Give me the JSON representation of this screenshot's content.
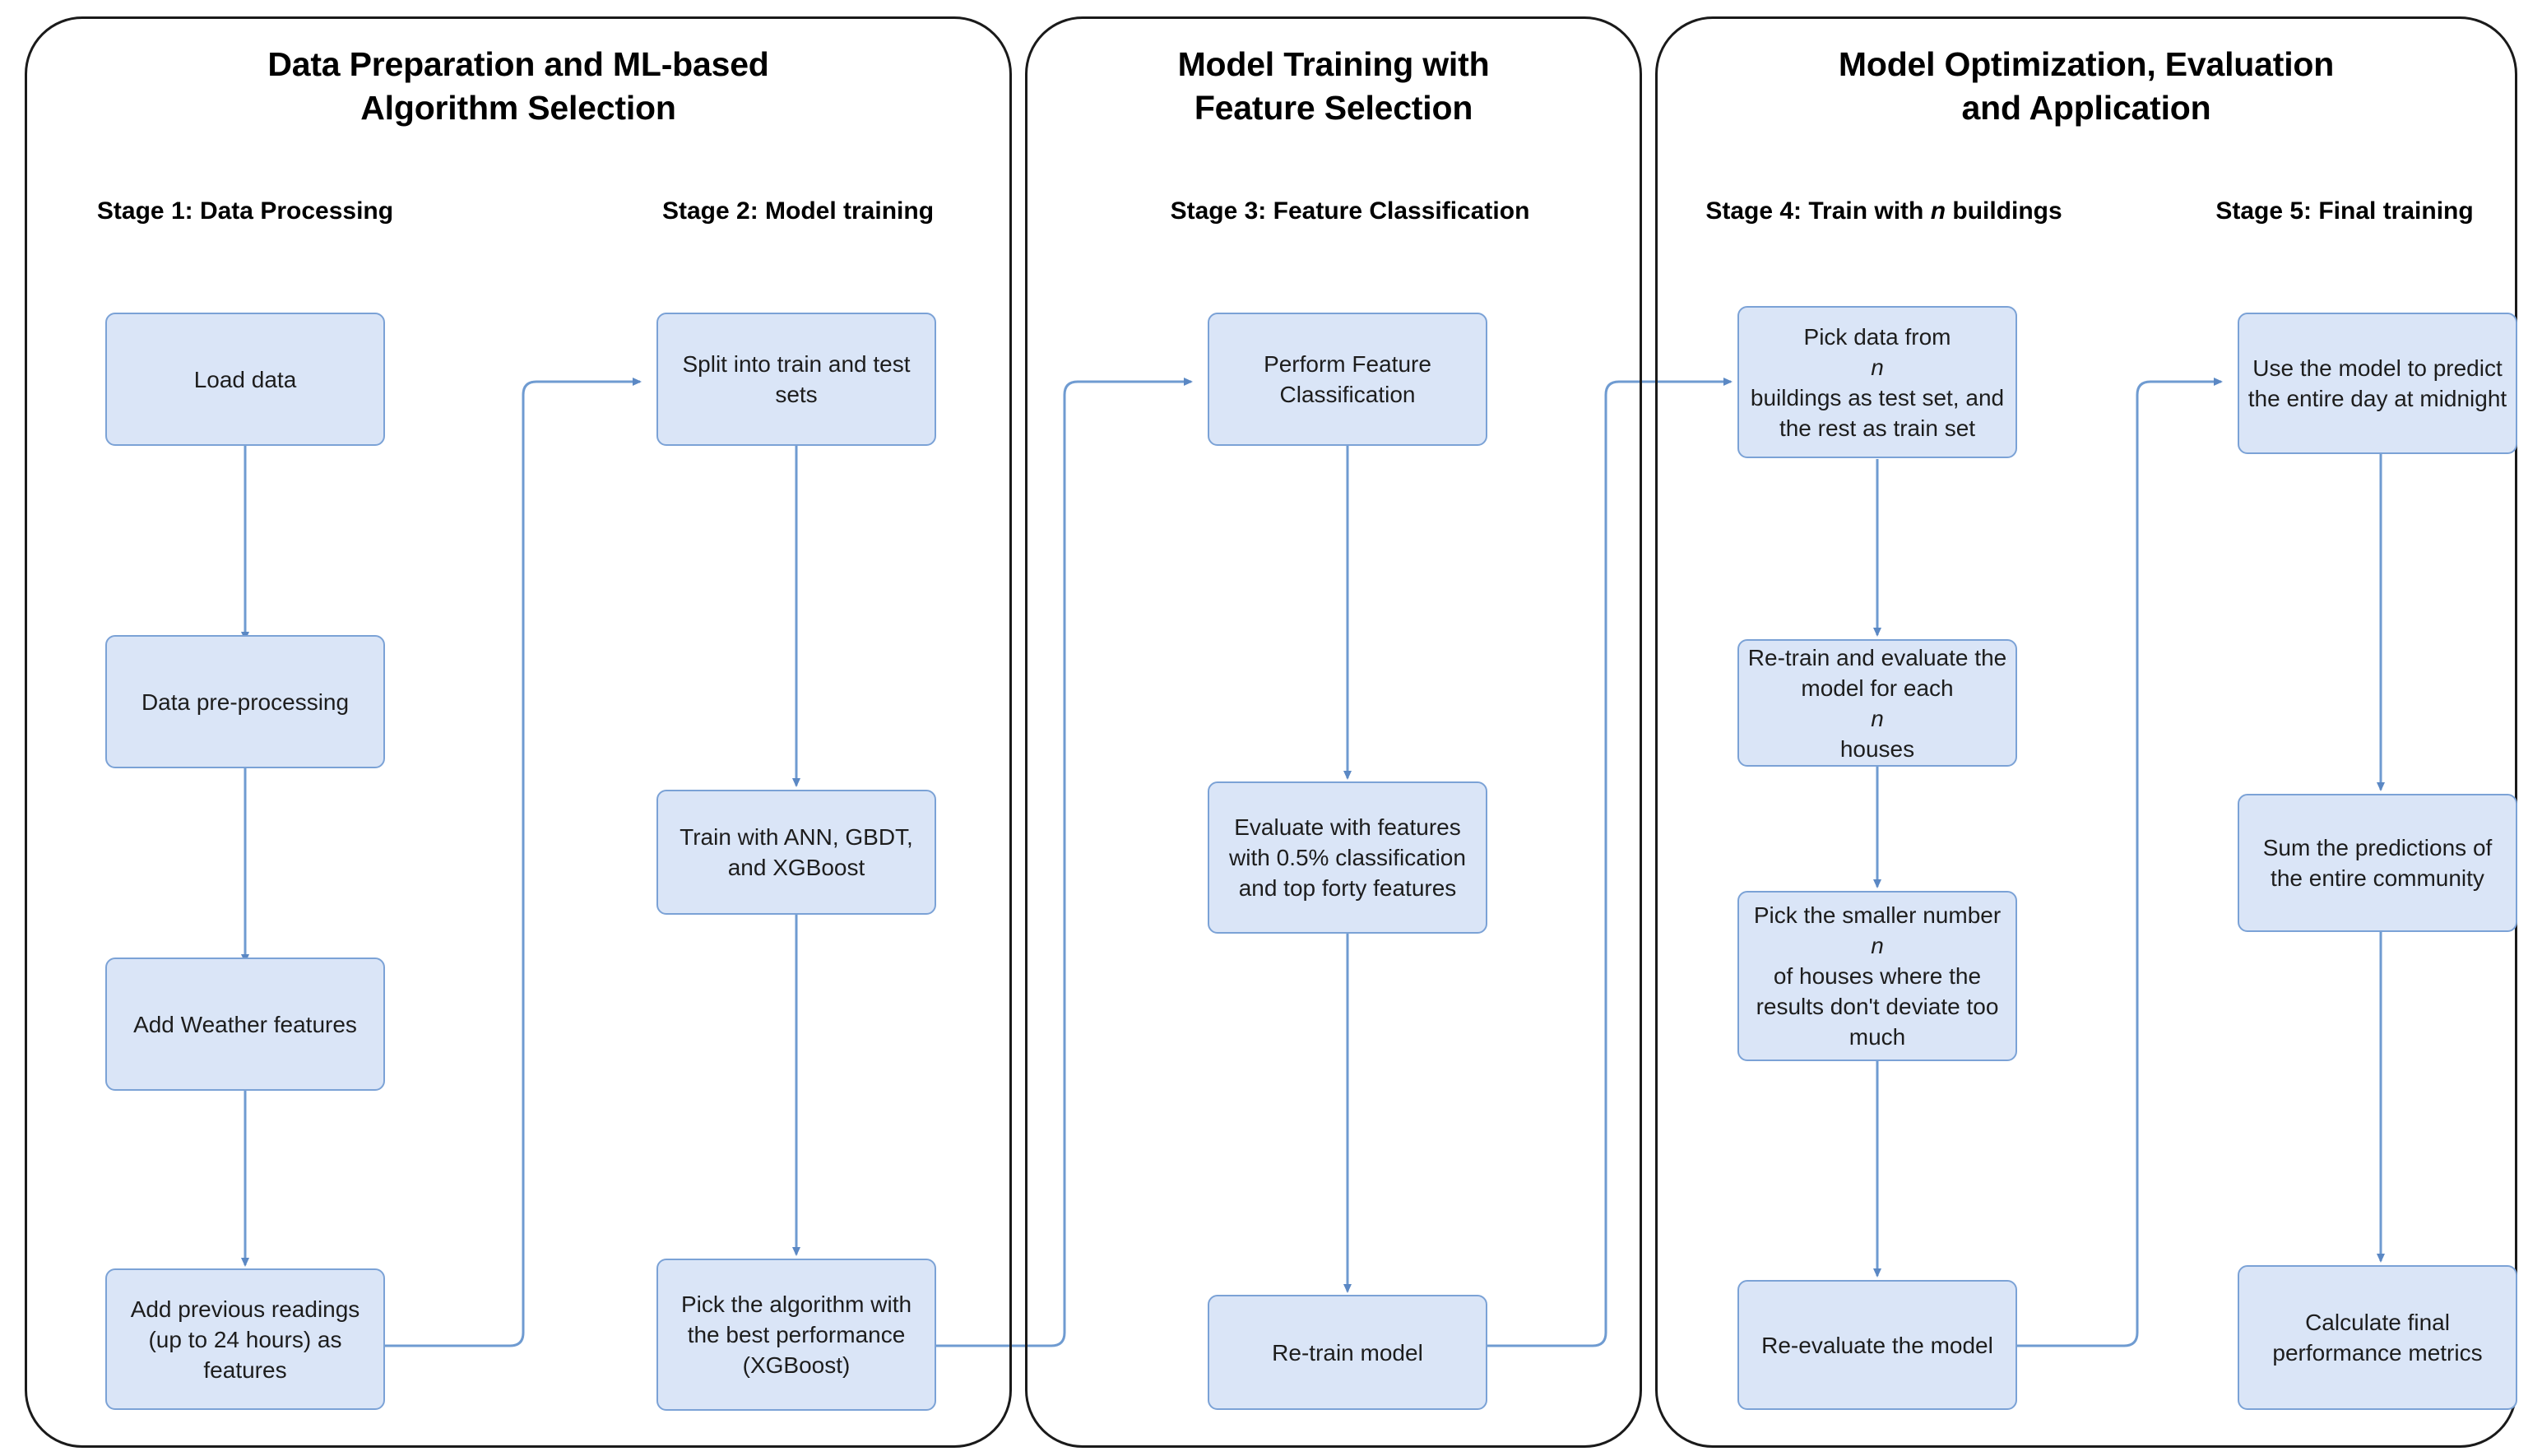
{
  "diagram": {
    "title_flow": "Machine learning workflow: data preparation, model training, optimization and application",
    "accent_box_fill": "#dae5f7",
    "accent_box_border": "#7ba2d6",
    "connector_color": "#6f9bd1",
    "container_border": "#1a1a1a"
  },
  "groups": [
    {
      "id": "g1",
      "title_line1": "Data Preparation and ML-based",
      "title_line2": "Algorithm Selection"
    },
    {
      "id": "g2",
      "title_line1": "Model Training with",
      "title_line2": "Feature Selection"
    },
    {
      "id": "g3",
      "title_line1": "Model Optimization, Evaluation",
      "title_line2": "and Application"
    }
  ],
  "stages": [
    {
      "id": "s1",
      "label_pre": "Stage 1: Data Processing",
      "label_italic": "",
      "label_post": ""
    },
    {
      "id": "s2",
      "label_pre": "Stage 2: Model training",
      "label_italic": "",
      "label_post": ""
    },
    {
      "id": "s3",
      "label_pre": "Stage 3: Feature Classification",
      "label_italic": "",
      "label_post": ""
    },
    {
      "id": "s4",
      "label_pre": "Stage 4: Train with ",
      "label_italic": "n",
      "label_post": " buildings"
    },
    {
      "id": "s5",
      "label_pre": "Stage 5: Final training",
      "label_italic": "",
      "label_post": ""
    }
  ],
  "nodes": {
    "n1_1": {
      "text": "Load data"
    },
    "n1_2": {
      "text": "Data pre-processing"
    },
    "n1_3": {
      "text": "Add Weather features"
    },
    "n1_4": {
      "text": "Add previous readings (up to 24 hours) as features"
    },
    "n2_1": {
      "text": "Split into train and test sets"
    },
    "n2_2": {
      "text": "Train with ANN, GBDT, and XGBoost"
    },
    "n2_3": {
      "text": "Pick the algorithm with the best performance (XGBoost)"
    },
    "n3_1": {
      "text": "Perform Feature Classification"
    },
    "n3_2": {
      "text": "Evaluate with features with 0.5% classification and top forty features"
    },
    "n3_3": {
      "text": "Re-train model"
    },
    "n4_1": {
      "pre": "Pick data from ",
      "italic": "n",
      "post": " buildings as test set, and the rest as train set"
    },
    "n4_2": {
      "pre": "Re-train and evaluate the model for each ",
      "italic": "n",
      "post": " houses"
    },
    "n4_3": {
      "pre": "Pick the smaller number ",
      "italic": "n",
      "post": " of houses where the results don't deviate too much"
    },
    "n4_4": {
      "text": "Re-evaluate the model"
    },
    "n5_1": {
      "text": "Use the model to predict the entire day at midnight"
    },
    "n5_2": {
      "text": "Sum the predictions of the entire community"
    },
    "n5_3": {
      "text": "Calculate final performance metrics"
    }
  }
}
